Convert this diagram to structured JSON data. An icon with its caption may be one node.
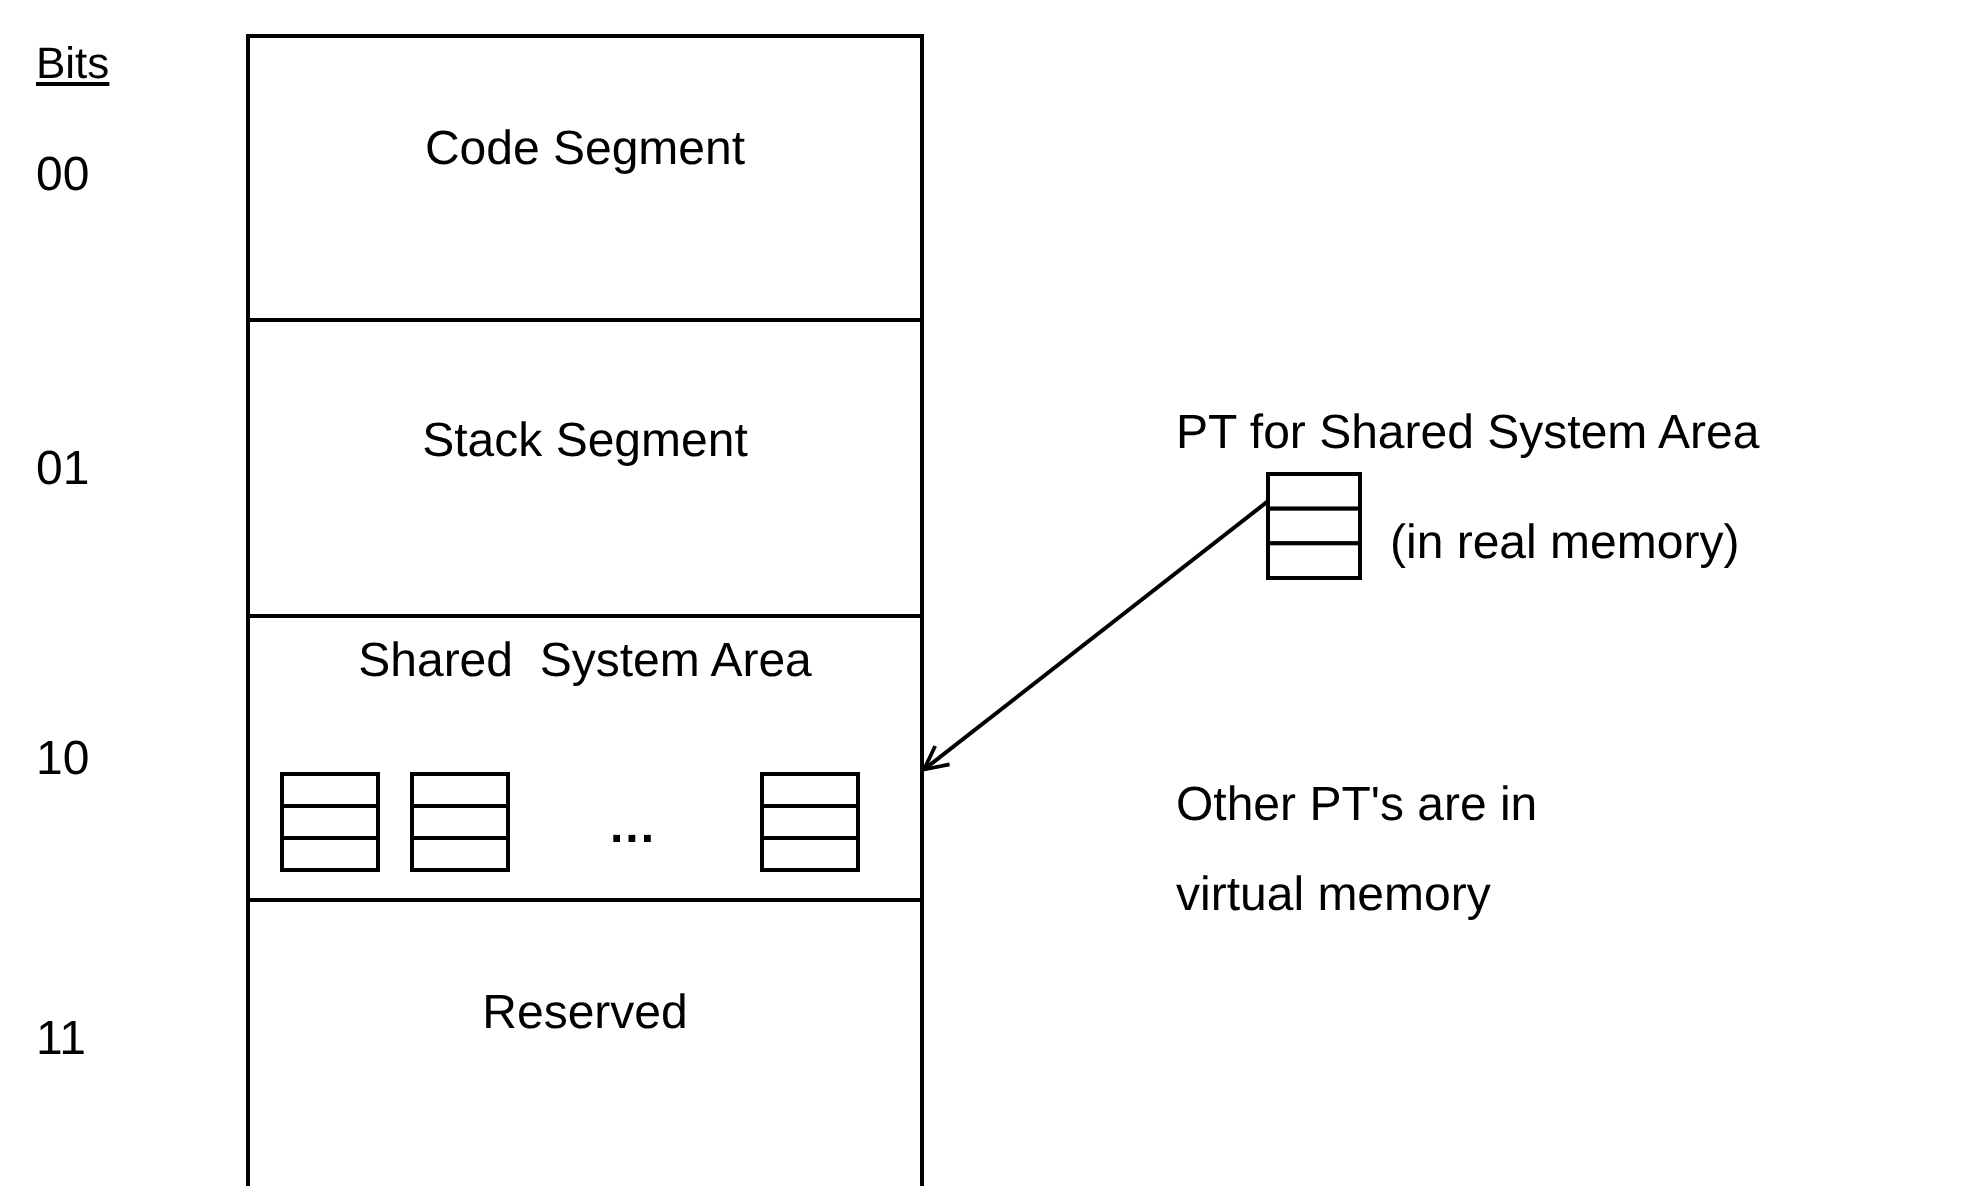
{
  "diagram": {
    "nodes": [
      {
        "text": [
          "Code Segment"
        ]
      },
      {
        "text": [
          "Stack Segment"
        ]
      },
      {
        "text": [
          "Shared  System Area"
        ]
      },
      {
        "text": [],
        "shape": "table",
        "in": 2
      },
      {
        "text": [],
        "shape": "table",
        "in": 2
      },
      {
        "text": [],
        "shape": "table",
        "in": 2
      },
      {
        "text": [
          "Reserved"
        ]
      },
      {
        "text": [],
        "shape": "table"
      }
    ],
    "edges": [
      {
        "from": 7,
        "to": 2,
        "arrow": "to"
      }
    ],
    "labels": [
      "Bits",
      "00",
      "01",
      "PT for Shared System Area",
      "(in real memory)",
      "10",
      "...",
      "Other PT's are in virtual memory",
      "11"
    ]
  }
}
